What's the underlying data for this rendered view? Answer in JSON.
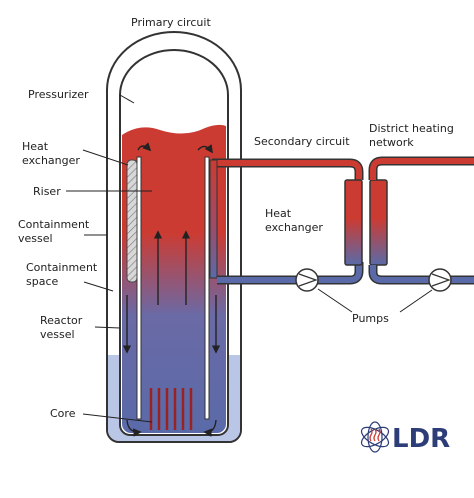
{
  "labels": {
    "primary_circuit": "Primary circuit",
    "pressurizer": "Pressurizer",
    "heat_exchanger_1": "Heat",
    "heat_exchanger_2": "exchanger",
    "riser": "Riser",
    "containment_vessel_1": "Containment",
    "containment_vessel_2": "vessel",
    "containment_space_1": "Containment",
    "containment_space_2": "space",
    "reactor_vessel_1": "Reactor",
    "reactor_vessel_2": "vessel",
    "core": "Core",
    "secondary_circuit": "Secondary circuit",
    "district_heating_1": "District heating",
    "district_heating_2": "network",
    "heat_exchanger_2nd_1": "Heat",
    "heat_exchanger_2nd_2": "exchanger",
    "pumps": "Pumps"
  },
  "logo": {
    "text": "LDR"
  },
  "colors": {
    "hot": "#cc3b32",
    "cold": "#5a6aa8",
    "water": "#b9c6e6",
    "outline": "#333333",
    "logo": "#2d3d78"
  }
}
